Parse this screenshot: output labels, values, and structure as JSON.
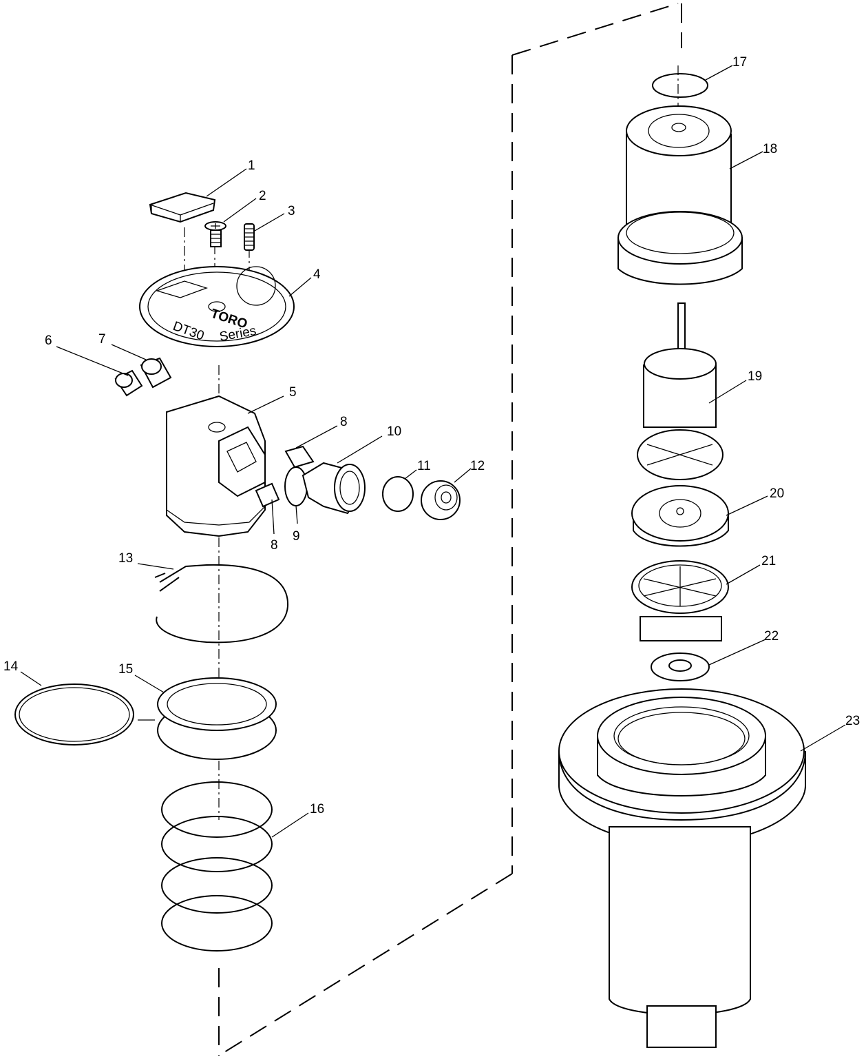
{
  "callouts": [
    {
      "id": "1",
      "text": "1"
    },
    {
      "id": "2",
      "text": "2"
    },
    {
      "id": "3",
      "text": "3"
    },
    {
      "id": "4",
      "text": "4"
    },
    {
      "id": "5",
      "text": "5"
    },
    {
      "id": "6",
      "text": "6"
    },
    {
      "id": "7",
      "text": "7"
    },
    {
      "id": "8a",
      "text": "8"
    },
    {
      "id": "8b",
      "text": "8"
    },
    {
      "id": "9",
      "text": "9"
    },
    {
      "id": "10",
      "text": "10"
    },
    {
      "id": "11",
      "text": "11"
    },
    {
      "id": "12",
      "text": "12"
    },
    {
      "id": "13",
      "text": "13"
    },
    {
      "id": "14",
      "text": "14"
    },
    {
      "id": "15",
      "text": "15"
    },
    {
      "id": "16",
      "text": "16"
    },
    {
      "id": "17",
      "text": "17"
    },
    {
      "id": "18",
      "text": "18"
    },
    {
      "id": "19",
      "text": "19"
    },
    {
      "id": "20",
      "text": "20"
    },
    {
      "id": "21",
      "text": "21"
    },
    {
      "id": "22",
      "text": "22"
    },
    {
      "id": "23",
      "text": "23"
    }
  ],
  "gear_plate_text": {
    "brand": "TORO",
    "model": "DT30",
    "series": "Series"
  }
}
